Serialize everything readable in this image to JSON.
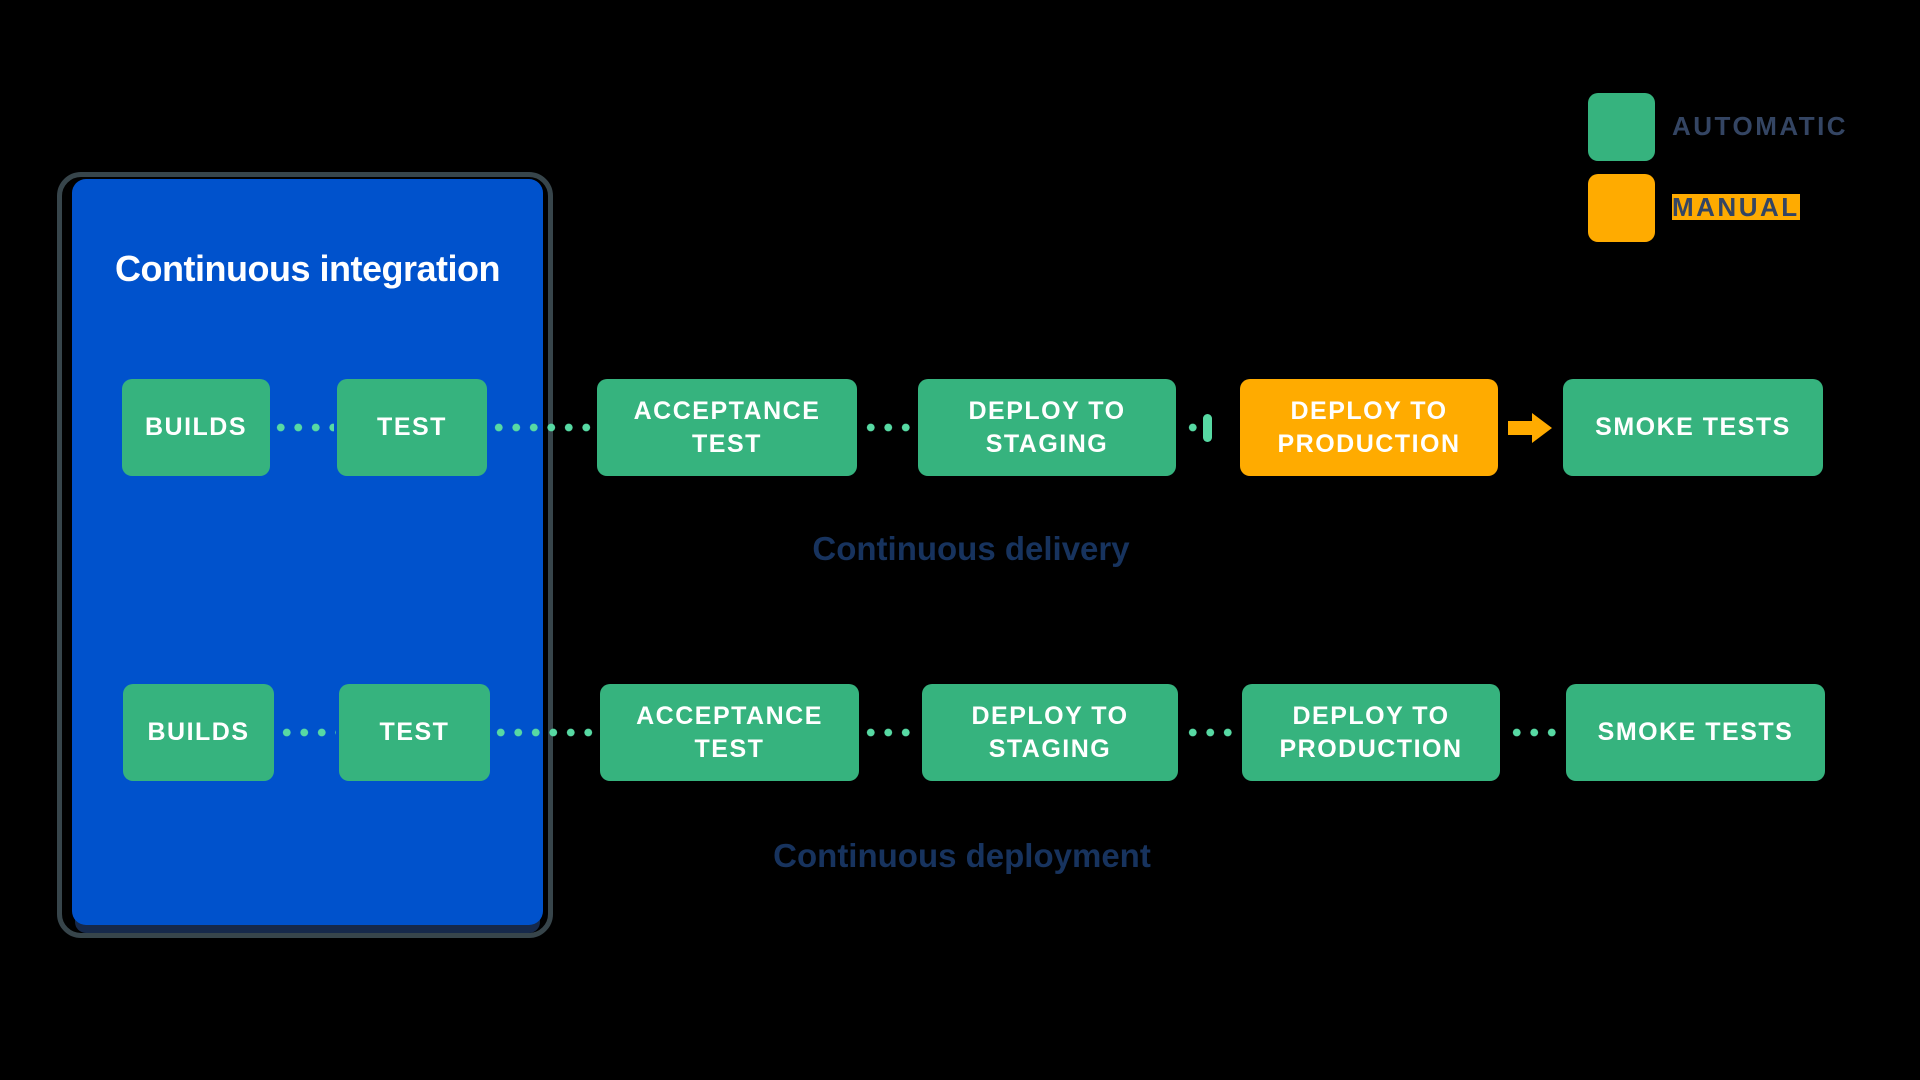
{
  "diagram_title": "CI/CD pipeline diagram",
  "colors": {
    "background": "#000000",
    "ci_container_blue": "#0052CC",
    "ci_outline": "#37454B",
    "automatic_green": "#36B37E",
    "manual_orange": "#FFAB00",
    "connector_green": "#57D9A3",
    "caption_navy": "#17335E",
    "legend_text_navy": "#344563",
    "node_text": "#FFFFFF"
  },
  "ci_box": {
    "title": "Continuous integration"
  },
  "legend": {
    "items": [
      {
        "label": "AUTOMATIC",
        "color": "#36B37E",
        "type": "automatic"
      },
      {
        "label": "MANUAL",
        "color": "#FFAB00",
        "type": "manual"
      }
    ]
  },
  "icons": {
    "gate": "manual-gate-bar-icon",
    "arrow": "orange-right-arrow-icon"
  },
  "rows": [
    {
      "name": "continuous-delivery",
      "caption": "Continuous delivery",
      "boxes": [
        {
          "label": "BUILDS",
          "type": "automatic"
        },
        {
          "label": "TEST",
          "type": "automatic"
        },
        {
          "label": "ACCEPTANCE\nTEST",
          "type": "automatic"
        },
        {
          "label": "DEPLOY TO\nSTAGING",
          "type": "automatic"
        },
        {
          "label": "DEPLOY TO\nPRODUCTION",
          "type": "manual"
        },
        {
          "label": "SMOKE TESTS",
          "type": "automatic"
        }
      ],
      "between_staging_and_production": "dot + manual gate bar",
      "between_production_and_smoke": "manual orange arrow"
    },
    {
      "name": "continuous-deployment",
      "caption": "Continuous deployment",
      "boxes": [
        {
          "label": "BUILDS",
          "type": "automatic"
        },
        {
          "label": "TEST",
          "type": "automatic"
        },
        {
          "label": "ACCEPTANCE\nTEST",
          "type": "automatic"
        },
        {
          "label": "DEPLOY TO\nSTAGING",
          "type": "automatic"
        },
        {
          "label": "DEPLOY TO\nPRODUCTION",
          "type": "automatic"
        },
        {
          "label": "SMOKE TESTS",
          "type": "automatic"
        }
      ]
    }
  ]
}
